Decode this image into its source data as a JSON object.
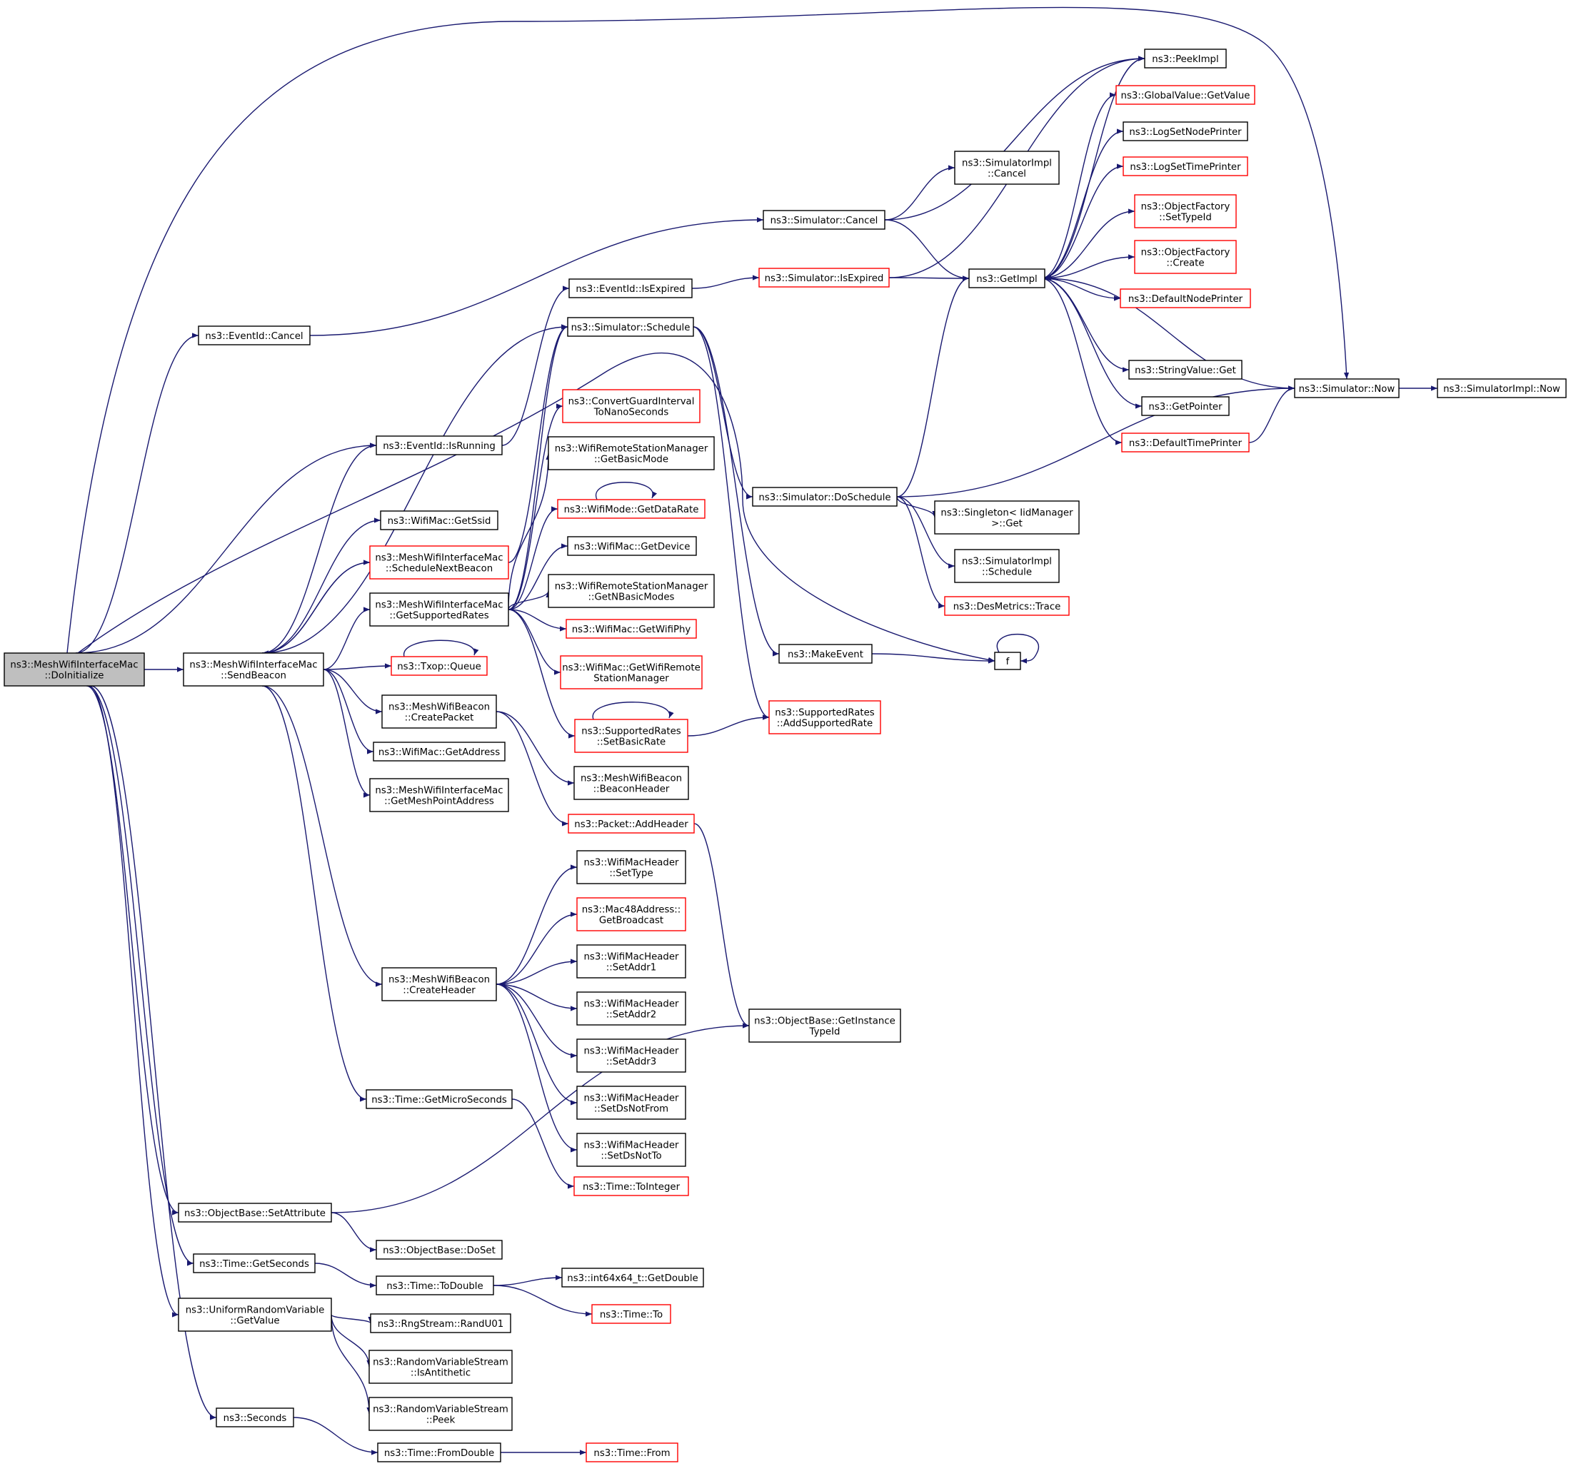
{
  "colors": {
    "edge": "#191970",
    "node_border": "#000000",
    "incomplete_border": "#ff0000",
    "root_fill": "#bfbfbf"
  },
  "nodes": {
    "root": {
      "lines": [
        "ns3::MeshWifiInterfaceMac",
        "::DoInitialize"
      ],
      "style": "root"
    },
    "eventid_cancel": {
      "lines": [
        "ns3::EventId::Cancel"
      ],
      "style": "normal"
    },
    "eventid_isrunning": {
      "lines": [
        "ns3::EventId::IsRunning"
      ],
      "style": "normal"
    },
    "sendbeacon": {
      "lines": [
        "ns3::MeshWifiInterfaceMac",
        "::SendBeacon"
      ],
      "style": "normal"
    },
    "objectbase_setattribute": {
      "lines": [
        "ns3::ObjectBase::SetAttribute"
      ],
      "style": "normal"
    },
    "time_getseconds": {
      "lines": [
        "ns3::Time::GetSeconds"
      ],
      "style": "normal"
    },
    "uniform_getvalue": {
      "lines": [
        "ns3::UniformRandomVariable",
        "::GetValue"
      ],
      "style": "normal"
    },
    "seconds": {
      "lines": [
        "ns3::Seconds"
      ],
      "style": "normal"
    },
    "eventid_isexpired": {
      "lines": [
        "ns3::EventId::IsExpired"
      ],
      "style": "normal"
    },
    "sim_schedule": {
      "lines": [
        "ns3::Simulator::Schedule"
      ],
      "style": "normal"
    },
    "sim_cancel": {
      "lines": [
        "ns3::Simulator::Cancel"
      ],
      "style": "normal"
    },
    "sim_isexpired": {
      "lines": [
        "ns3::Simulator::IsExpired"
      ],
      "style": "red"
    },
    "simimpl_cancel": {
      "lines": [
        "ns3::SimulatorImpl",
        "::Cancel"
      ],
      "style": "normal"
    },
    "getimpl": {
      "lines": [
        "ns3::GetImpl"
      ],
      "style": "normal"
    },
    "peekimpl": {
      "lines": [
        "ns3::PeekImpl"
      ],
      "style": "normal"
    },
    "globalvalue_getvalue": {
      "lines": [
        "ns3::GlobalValue::GetValue"
      ],
      "style": "red"
    },
    "logsetnodeprinter": {
      "lines": [
        "ns3::LogSetNodePrinter"
      ],
      "style": "normal"
    },
    "logsettimeprinter": {
      "lines": [
        "ns3::LogSetTimePrinter"
      ],
      "style": "red"
    },
    "objfactory_settypeid": {
      "lines": [
        "ns3::ObjectFactory",
        "::SetTypeId"
      ],
      "style": "red"
    },
    "objfactory_create": {
      "lines": [
        "ns3::ObjectFactory",
        "::Create"
      ],
      "style": "red"
    },
    "defaultnodeprinter": {
      "lines": [
        "ns3::DefaultNodePrinter"
      ],
      "style": "red"
    },
    "stringvalue_get": {
      "lines": [
        "ns3::StringValue::Get"
      ],
      "style": "normal"
    },
    "getpointer": {
      "lines": [
        "ns3::GetPointer"
      ],
      "style": "normal"
    },
    "defaulttimeprinter": {
      "lines": [
        "ns3::DefaultTimePrinter"
      ],
      "style": "red"
    },
    "sim_now": {
      "lines": [
        "ns3::Simulator::Now"
      ],
      "style": "normal"
    },
    "simimpl_now": {
      "lines": [
        "ns3::SimulatorImpl::Now"
      ],
      "style": "normal"
    },
    "convertguard": {
      "lines": [
        "ns3::ConvertGuardInterval",
        "ToNanoSeconds"
      ],
      "style": "red"
    },
    "wrsm_getbasicmode": {
      "lines": [
        "ns3::WifiRemoteStationManager",
        "::GetBasicMode"
      ],
      "style": "normal"
    },
    "wifimode_getdatarate": {
      "lines": [
        "ns3::WifiMode::GetDataRate"
      ],
      "style": "red"
    },
    "wifimac_getdevice": {
      "lines": [
        "ns3::WifiMac::GetDevice"
      ],
      "style": "normal"
    },
    "wrsm_getnbasicmodes": {
      "lines": [
        "ns3::WifiRemoteStationManager",
        "::GetNBasicModes"
      ],
      "style": "normal"
    },
    "wifimac_getwifiphy": {
      "lines": [
        "ns3::WifiMac::GetWifiPhy"
      ],
      "style": "red"
    },
    "wifimac_getwifiremote": {
      "lines": [
        "ns3::WifiMac::GetWifiRemote",
        "StationManager"
      ],
      "style": "red"
    },
    "supportedrates_setbasicrate": {
      "lines": [
        "ns3::SupportedRates",
        "::SetBasicRate"
      ],
      "style": "red"
    },
    "supportedrates_addsupportedrate": {
      "lines": [
        "ns3::SupportedRates",
        "::AddSupportedRate"
      ],
      "style": "red"
    },
    "sim_doschedule": {
      "lines": [
        "ns3::Simulator::DoSchedule"
      ],
      "style": "normal"
    },
    "singleton_get": {
      "lines": [
        "ns3::Singleton< IidManager",
        " >::Get"
      ],
      "style": "normal"
    },
    "simimpl_schedule": {
      "lines": [
        "ns3::SimulatorImpl",
        "::Schedule"
      ],
      "style": "normal"
    },
    "desmetrics_trace": {
      "lines": [
        "ns3::DesMetrics::Trace"
      ],
      "style": "red"
    },
    "makeevent": {
      "lines": [
        "ns3::MakeEvent"
      ],
      "style": "normal"
    },
    "f": {
      "lines": [
        "f"
      ],
      "style": "normal"
    },
    "wifimac_getssid": {
      "lines": [
        "ns3::WifiMac::GetSsid"
      ],
      "style": "normal"
    },
    "schedulenextbeacon": {
      "lines": [
        "ns3::MeshWifiInterfaceMac",
        "::ScheduleNextBeacon"
      ],
      "style": "red"
    },
    "getsupportedrates": {
      "lines": [
        "ns3::MeshWifiInterfaceMac",
        "::GetSupportedRates"
      ],
      "style": "normal"
    },
    "txop_queue": {
      "lines": [
        "ns3::Txop::Queue"
      ],
      "style": "red"
    },
    "meshbeacon_createpacket": {
      "lines": [
        "ns3::MeshWifiBeacon",
        "::CreatePacket"
      ],
      "style": "normal"
    },
    "wifimac_getaddress": {
      "lines": [
        "ns3::WifiMac::GetAddress"
      ],
      "style": "normal"
    },
    "getmeshpointaddress": {
      "lines": [
        "ns3::MeshWifiInterfaceMac",
        "::GetMeshPointAddress"
      ],
      "style": "normal"
    },
    "meshbeacon_beaconheader": {
      "lines": [
        "ns3::MeshWifiBeacon",
        "::BeaconHeader"
      ],
      "style": "normal"
    },
    "packet_addheader": {
      "lines": [
        "ns3::Packet::AddHeader"
      ],
      "style": "red"
    },
    "wmh_settype": {
      "lines": [
        "ns3::WifiMacHeader",
        "::SetType"
      ],
      "style": "normal"
    },
    "mac48_getbroadcast": {
      "lines": [
        "ns3::Mac48Address::",
        "GetBroadcast"
      ],
      "style": "red"
    },
    "wmh_setaddr1": {
      "lines": [
        "ns3::WifiMacHeader",
        "::SetAddr1"
      ],
      "style": "normal"
    },
    "wmh_setaddr2": {
      "lines": [
        "ns3::WifiMacHeader",
        "::SetAddr2"
      ],
      "style": "normal"
    },
    "wmh_setaddr3": {
      "lines": [
        "ns3::WifiMacHeader",
        "::SetAddr3"
      ],
      "style": "normal"
    },
    "wmh_setdsnotfrom": {
      "lines": [
        "ns3::WifiMacHeader",
        "::SetDsNotFrom"
      ],
      "style": "normal"
    },
    "wmh_setdsnotto": {
      "lines": [
        "ns3::WifiMacHeader",
        "::SetDsNotTo"
      ],
      "style": "normal"
    },
    "meshbeacon_createheader": {
      "lines": [
        "ns3::MeshWifiBeacon",
        "::CreateHeader"
      ],
      "style": "normal"
    },
    "objectbase_getinstancetypeid": {
      "lines": [
        "ns3::ObjectBase::GetInstance",
        "TypeId"
      ],
      "style": "normal"
    },
    "time_getmicroseconds": {
      "lines": [
        "ns3::Time::GetMicroSeconds"
      ],
      "style": "normal"
    },
    "time_tointeger": {
      "lines": [
        "ns3::Time::ToInteger"
      ],
      "style": "red"
    },
    "objectbase_doset": {
      "lines": [
        "ns3::ObjectBase::DoSet"
      ],
      "style": "normal"
    },
    "time_todouble": {
      "lines": [
        "ns3::Time::ToDouble"
      ],
      "style": "normal"
    },
    "int64_getdouble": {
      "lines": [
        "ns3::int64x64_t::GetDouble"
      ],
      "style": "normal"
    },
    "time_to": {
      "lines": [
        "ns3::Time::To"
      ],
      "style": "red"
    },
    "rngstream_randu01": {
      "lines": [
        "ns3::RngStream::RandU01"
      ],
      "style": "normal"
    },
    "rvs_isantithetic": {
      "lines": [
        "ns3::RandomVariableStream",
        "::IsAntithetic"
      ],
      "style": "normal"
    },
    "rvs_peek": {
      "lines": [
        "ns3::RandomVariableStream",
        "::Peek"
      ],
      "style": "normal"
    },
    "time_fromdouble": {
      "lines": [
        "ns3::Time::FromDouble"
      ],
      "style": "normal"
    },
    "time_from": {
      "lines": [
        "ns3::Time::From"
      ],
      "style": "red"
    }
  }
}
